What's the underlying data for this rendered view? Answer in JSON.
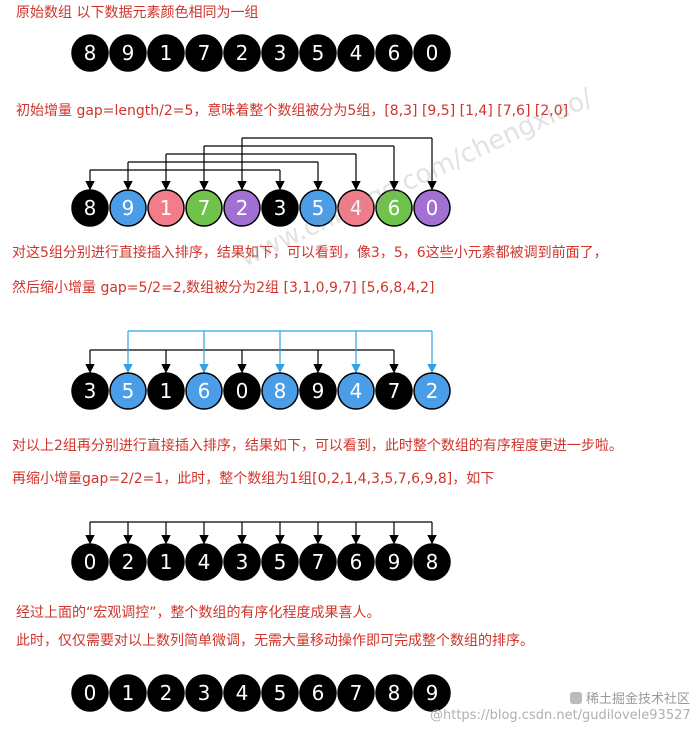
{
  "texts": {
    "t1": "原始数组  以下数据元素颜色相同为一组",
    "t2": "初始增量 gap=length/2=5，意味着整个数组被分为5组，[8,3] [9,5] [1,4] [7,6] [2,0]",
    "t3": "对这5组分别进行直接插入排序，结果如下，可以看到，像3，5，6这些小元素都被调到前面了，",
    "t4": "然后缩小增量 gap=5/2=2,数组被分为2组 [3,1,0,9,7] [5,6,8,4,2]",
    "t5": "对以上2组再分别进行直接插入排序，结果如下，可以看到，此时整个数组的有序程度更进一步啦。",
    "t6": "再缩小增量gap=2/2=1，此时，整个数组为1组[0,2,1,4,3,5,7,6,9,8]，如下",
    "t7": "经过上面的“宏观调控”，整个数组的有序化程度成果喜人。",
    "t8": "此时，仅仅需要对以上数列简单微调，无需大量移动操作即可完成整个数组的排序。"
  },
  "watermark": "www.cnblogs.com/chengxiao/",
  "brand": "稀土掘金技术社区",
  "footer": "@https://blog.csdn.net/gudilovele93527",
  "colors": {
    "black": "#000000",
    "blue": "#4a9de6",
    "pink": "#f27c8a",
    "green": "#6fc34a",
    "purple": "#a26fd3",
    "red_text": "#d0342c",
    "arrow_blue": "#2fa3e6"
  },
  "rows": [
    {
      "id": "original",
      "values": [
        8,
        9,
        1,
        7,
        2,
        3,
        5,
        4,
        6,
        0
      ],
      "colors": [
        "black",
        "black",
        "black",
        "black",
        "black",
        "black",
        "black",
        "black",
        "black",
        "black"
      ]
    },
    {
      "id": "gap5",
      "values": [
        8,
        9,
        1,
        7,
        2,
        3,
        5,
        4,
        6,
        0
      ],
      "colors": [
        "black",
        "blue",
        "pink",
        "green",
        "purple",
        "black",
        "blue",
        "pink",
        "green",
        "purple"
      ]
    },
    {
      "id": "gap2",
      "values": [
        3,
        5,
        1,
        6,
        0,
        8,
        9,
        4,
        7,
        2
      ],
      "colors": [
        "black",
        "blue",
        "black",
        "blue",
        "black",
        "blue",
        "black",
        "blue",
        "black",
        "blue"
      ]
    },
    {
      "id": "gap1",
      "values": [
        0,
        2,
        1,
        4,
        3,
        5,
        7,
        6,
        9,
        8
      ],
      "colors": [
        "black",
        "black",
        "black",
        "black",
        "black",
        "black",
        "black",
        "black",
        "black",
        "black"
      ]
    },
    {
      "id": "sorted",
      "values": [
        0,
        1,
        2,
        3,
        4,
        5,
        6,
        7,
        8,
        9
      ],
      "colors": [
        "black",
        "black",
        "black",
        "black",
        "black",
        "black",
        "black",
        "black",
        "black",
        "black"
      ]
    }
  ]
}
